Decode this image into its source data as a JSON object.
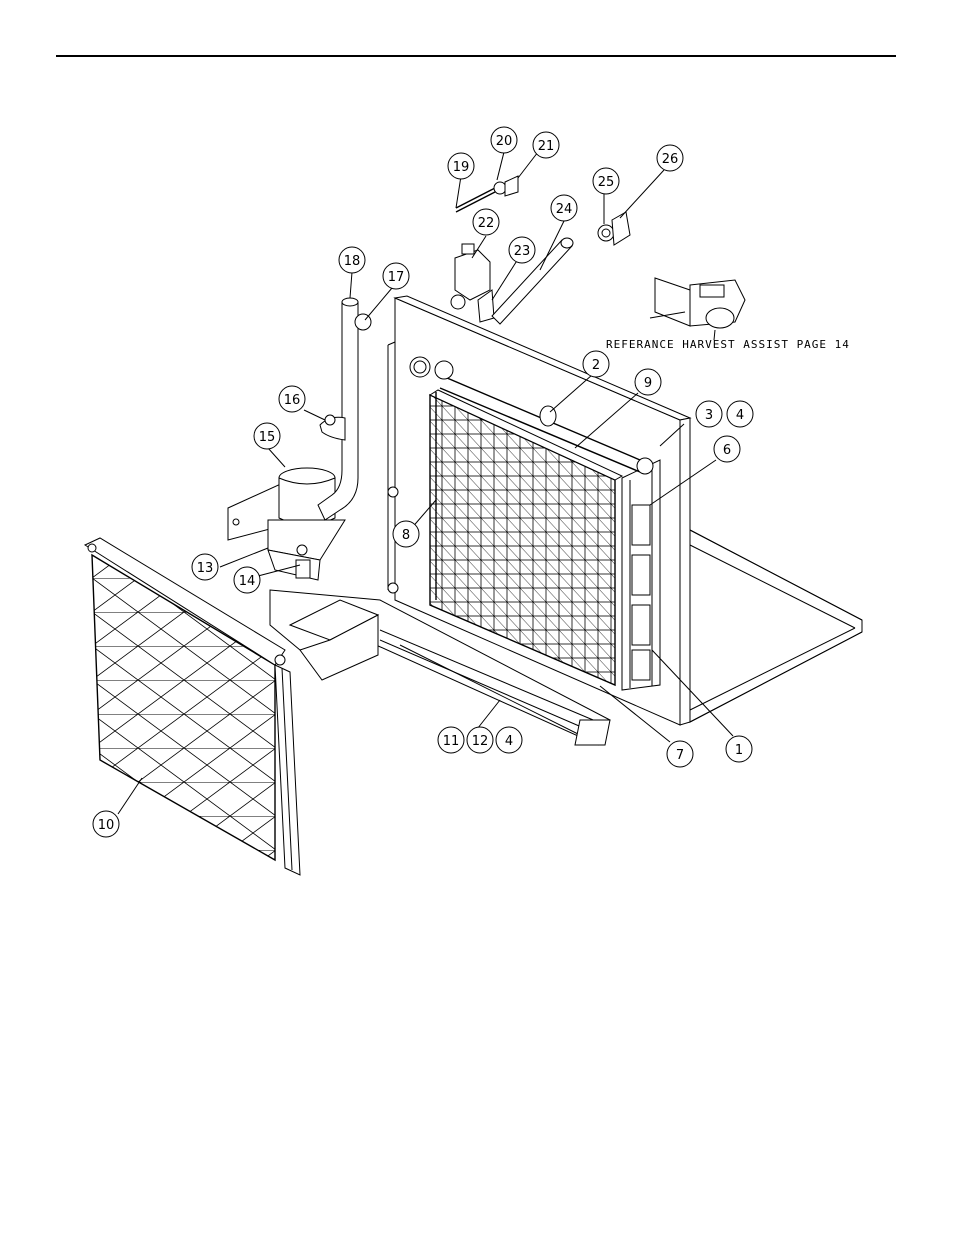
{
  "note": "REFERANCE HARVEST ASSIST PAGE 14",
  "callouts": [
    {
      "id": "20",
      "label": "20"
    },
    {
      "id": "21",
      "label": "21"
    },
    {
      "id": "19",
      "label": "19"
    },
    {
      "id": "26",
      "label": "26"
    },
    {
      "id": "25",
      "label": "25"
    },
    {
      "id": "22",
      "label": "22"
    },
    {
      "id": "24",
      "label": "24"
    },
    {
      "id": "23",
      "label": "23"
    },
    {
      "id": "18",
      "label": "18"
    },
    {
      "id": "17",
      "label": "17"
    },
    {
      "id": "2",
      "label": "2"
    },
    {
      "id": "9",
      "label": "9"
    },
    {
      "id": "16",
      "label": "16"
    },
    {
      "id": "3",
      "label": "3"
    },
    {
      "id": "4a",
      "label": "4"
    },
    {
      "id": "15",
      "label": "15"
    },
    {
      "id": "6",
      "label": "6"
    },
    {
      "id": "8",
      "label": "8"
    },
    {
      "id": "13",
      "label": "13"
    },
    {
      "id": "14",
      "label": "14"
    },
    {
      "id": "11",
      "label": "11"
    },
    {
      "id": "12",
      "label": "12"
    },
    {
      "id": "4b",
      "label": "4"
    },
    {
      "id": "7",
      "label": "7"
    },
    {
      "id": "1",
      "label": "1"
    },
    {
      "id": "10",
      "label": "10"
    }
  ]
}
